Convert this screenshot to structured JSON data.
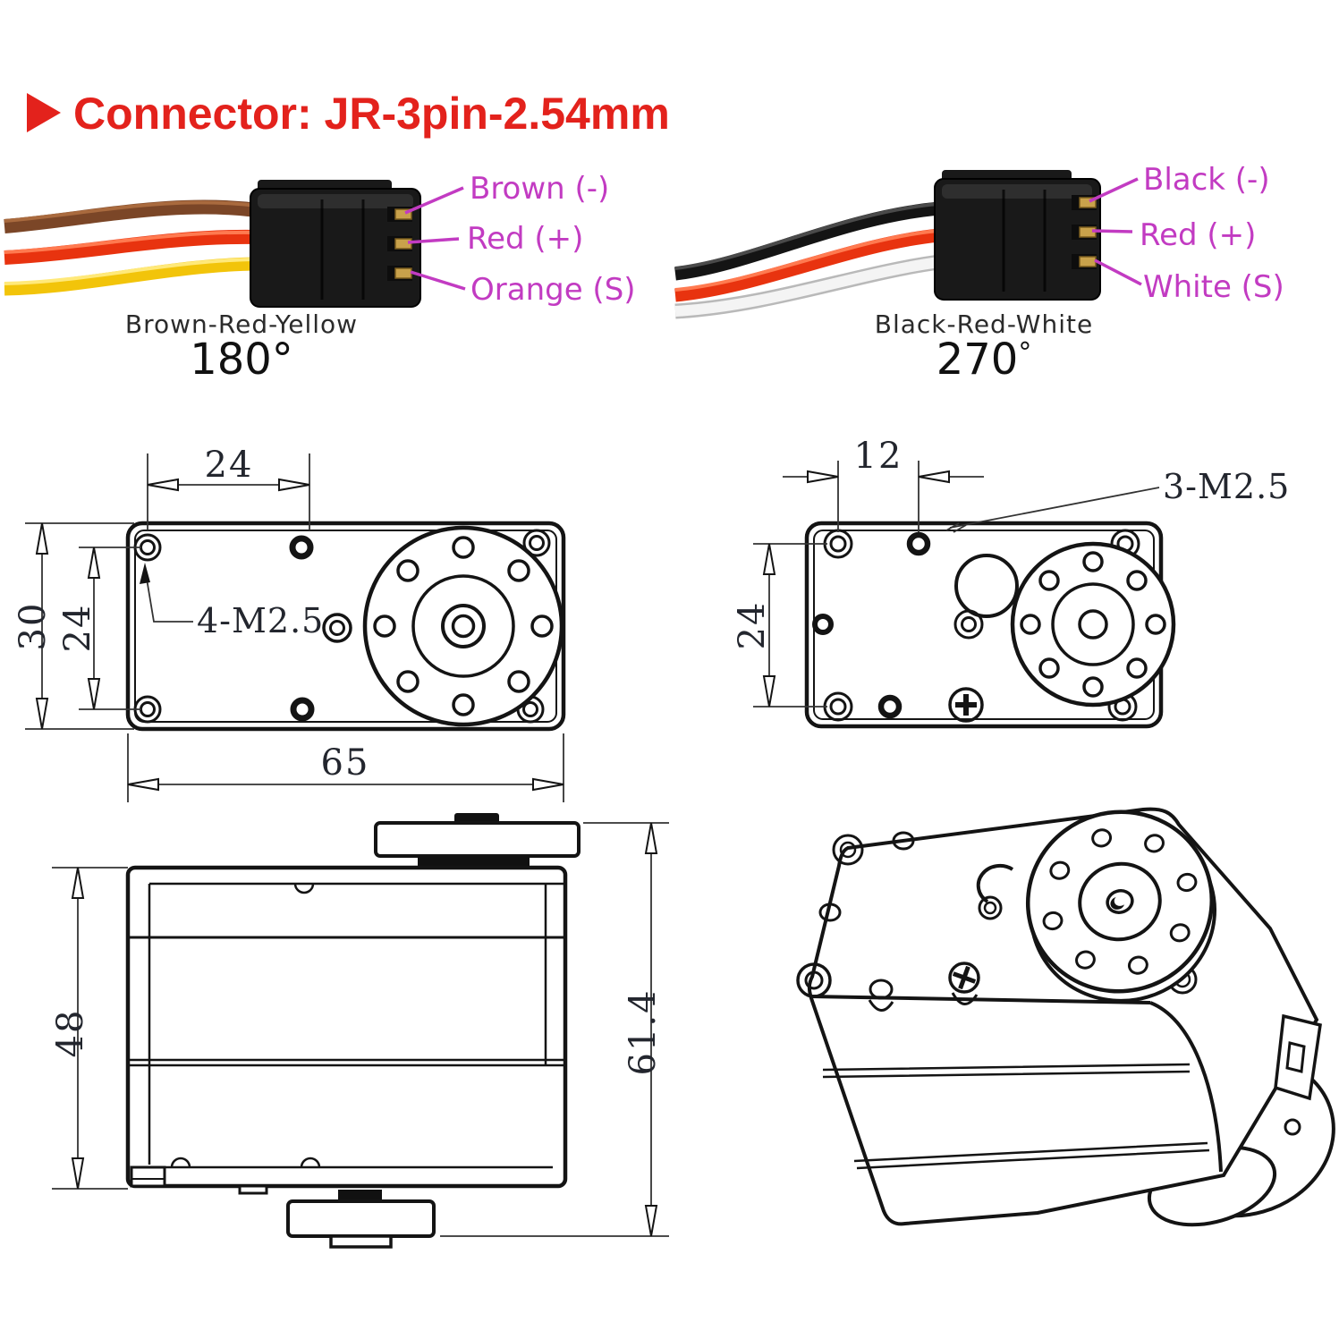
{
  "title": "Connector: JR-3pin-2.54mm",
  "colors": {
    "accent_red": "#e3221c",
    "label_magenta": "#c23bc2",
    "line": "#141414"
  },
  "connector_180": {
    "pin_labels": [
      "Brown (-)",
      "Red (+)",
      "Orange (S)"
    ],
    "wire_order": "Brown-Red-Yellow",
    "angle": "180°",
    "wire_colors": [
      "#7b4627",
      "#e8330f",
      "#f2c40a"
    ]
  },
  "connector_270": {
    "pin_labels": [
      "Black (-)",
      "Red (+)",
      "White (S)"
    ],
    "wire_order": "Black-Red-White",
    "angle": "270",
    "degree": "°",
    "wire_colors": [
      "#141414",
      "#e8330f",
      "#f4f4f4"
    ]
  },
  "top_view_180": {
    "dim_top_spacing": "24",
    "dim_height": "30",
    "dim_hole_spacing": "24",
    "dim_length": "65",
    "thread_note": "4-M2.5"
  },
  "top_view_270": {
    "dim_top_spacing": "12",
    "dim_hole_spacing": "24",
    "thread_note": "3-M2.5"
  },
  "side_view": {
    "dim_body_height": "48",
    "dim_total_height": "61.4"
  }
}
